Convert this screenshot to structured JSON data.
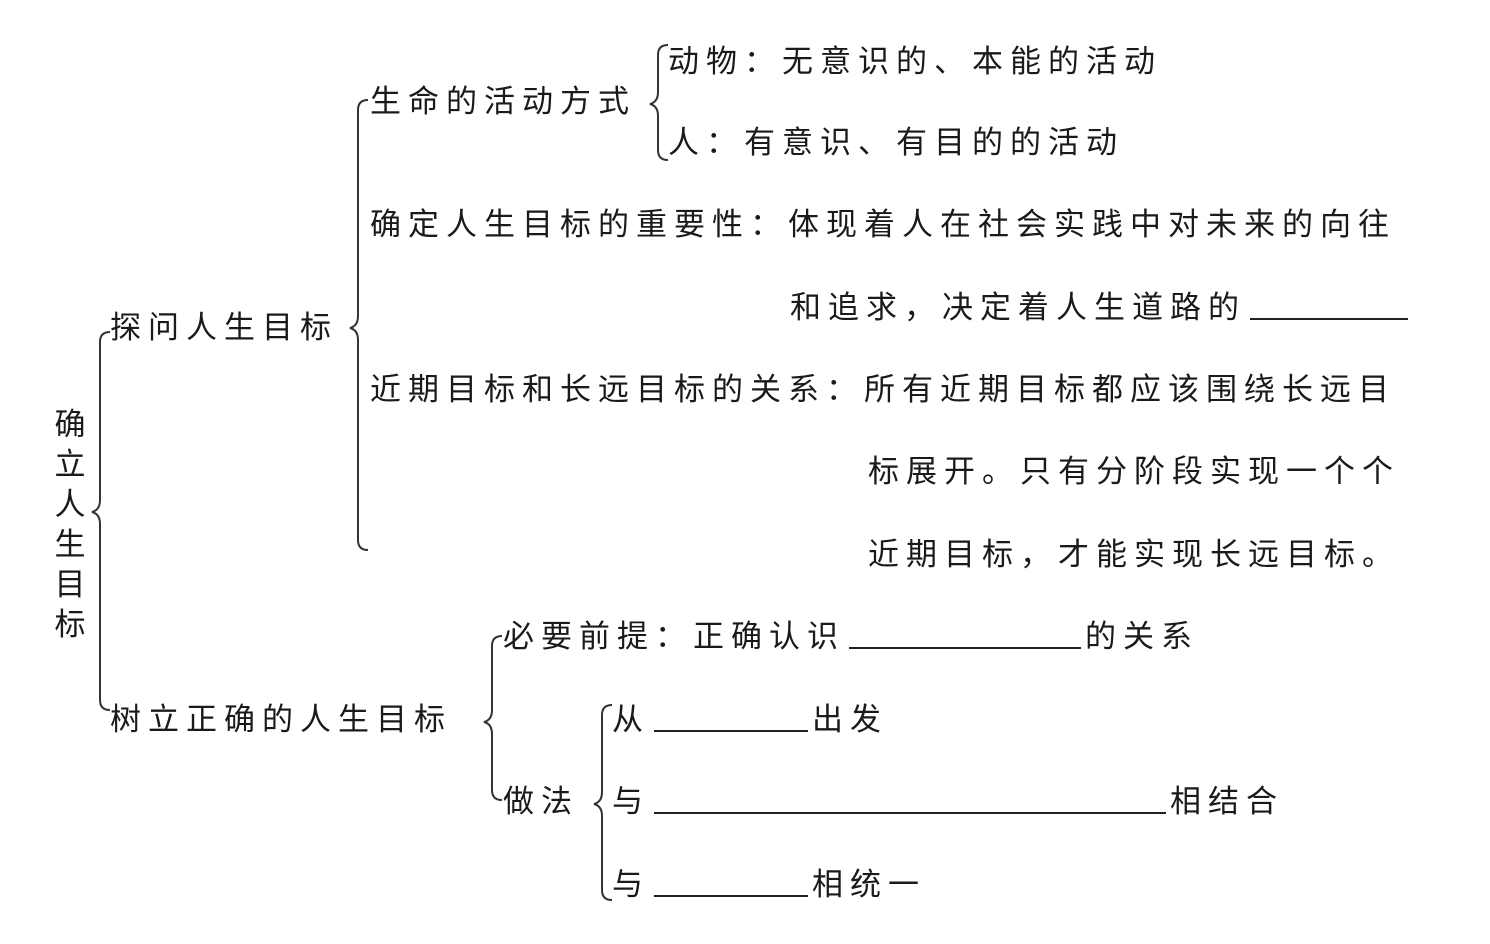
{
  "root": {
    "chars": [
      "确",
      "立",
      "人",
      "生",
      "目",
      "标"
    ]
  },
  "branch1": {
    "label": "探问人生目标",
    "mode": {
      "label": "生命的活动方式",
      "animal": "动物：无意识的、本能的活动",
      "human": "人：有意识、有目的的活动"
    },
    "importance": {
      "line1": "确定人生目标的重要性：体现着人在社会实践中对未来的向往",
      "line2": "和追求，决定着人生道路的"
    },
    "relation": {
      "line1": "近期目标和长远目标的关系：所有近期目标都应该围绕长远目",
      "line2": "标展开。只有分阶段实现一个个",
      "line3": "近期目标，才能实现长远目标。"
    }
  },
  "branch2": {
    "label": "树立正确的人生目标",
    "premise": {
      "prefix": "必要前提：正确认识",
      "suffix": "的关系"
    },
    "method": {
      "label": "做法",
      "items": [
        {
          "prefix": "从",
          "suffix": "出发"
        },
        {
          "prefix": "与",
          "suffix": "相结合"
        },
        {
          "prefix": "与",
          "suffix": "相统一"
        }
      ]
    }
  }
}
